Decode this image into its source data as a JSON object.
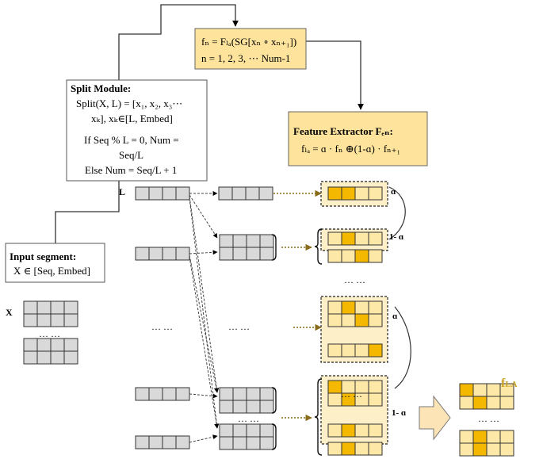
{
  "formula_box": {
    "line1": "fₙ = Fₗₐ(SG[xₙ ∘ xₙ₊₁])",
    "line2": "n = 1, 2, 3, ⋯ Num-1"
  },
  "split_module": {
    "title": "Split Module:",
    "line1": "Split(X, L) = [x₁,  x₂, x₃⋯",
    "line2": "xₖ], xₖ∈[L, Embed]",
    "line3": "If Seq % L = 0, Num =",
    "line4": "Seq/L",
    "line5": "Else Num = Seq/L + 1"
  },
  "feature_extractor": {
    "title": "Feature Extractor Fₑₙ:",
    "formula": "fₗₐ = ɑ · fₙ ⊕(1-ɑ) · fₙ₊₁"
  },
  "input_segment": {
    "title": "Input segment:",
    "formula": "X ∈ [Seq, Embed]"
  },
  "labels": {
    "L": "L",
    "X": "X",
    "alpha1": "ɑ",
    "one_minus_alpha1": "1- ɑ",
    "alpha2": "ɑ",
    "one_minus_alpha2": "1- ɑ",
    "dots": "… …",
    "fla": "f",
    "fla_sub": "LA"
  },
  "colors": {
    "box_fill": "#fde39c",
    "box_fill_light": "#fdf0c8",
    "cell_yellow": "#f5b800",
    "cell_light": "#fde8a8",
    "cell_gray": "#d9d9d9",
    "dotted_arrow": "#8a6d1a",
    "output_label": "#c9a227",
    "big_arrow": "#fce4b6"
  }
}
